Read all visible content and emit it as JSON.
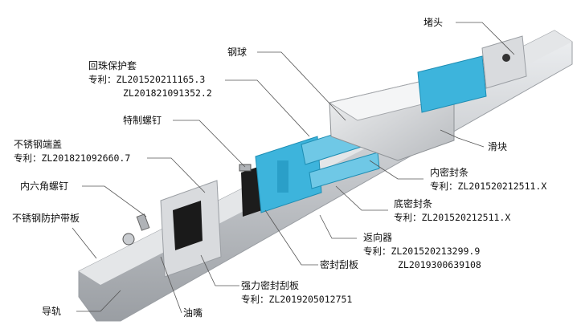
{
  "colors": {
    "rail": "#c9ccd0",
    "block": "#d6d8db",
    "recirculator": "#3db4dc",
    "end_seal": "#1a1a1a",
    "leader": "#555555"
  },
  "labels": {
    "end_plug": {
      "name": "堵头"
    },
    "steel_ball": {
      "name": "钢球"
    },
    "ball_retainer": {
      "name": "回珠保护套",
      "patent_prefix": "专利：",
      "patents": [
        "ZL201520211165.3",
        "ZL201821091352.2"
      ]
    },
    "special_screw": {
      "name": "特制螺钉"
    },
    "stainless_end_cap": {
      "name": "不锈钢端盖",
      "patent_prefix": "专利：",
      "patents": [
        "ZL201821092660.7"
      ]
    },
    "hex_screw": {
      "name": "内六角螺钉"
    },
    "stainless_strip": {
      "name": "不锈钢防护带板"
    },
    "rail": {
      "name": "导轨"
    },
    "grease_nipple": {
      "name": "油嘴"
    },
    "strong_scraper": {
      "name": "强力密封刮板",
      "patent_prefix": "专利：",
      "patents": [
        "ZL2019205012751"
      ]
    },
    "seal_scraper": {
      "name": "密封刮板"
    },
    "recirculator": {
      "name": "返向器",
      "patent_prefix": "专利：",
      "patents": [
        "ZL201520213299.9",
        "ZL2019300639108"
      ]
    },
    "bottom_seal": {
      "name": "底密封条",
      "patent_prefix": "专利：",
      "patents": [
        "ZL201520212511.X"
      ]
    },
    "inner_seal": {
      "name": "内密封条",
      "patent_prefix": "专利：",
      "patents": [
        "ZL201520212511.X"
      ]
    },
    "carriage": {
      "name": "滑块"
    }
  }
}
